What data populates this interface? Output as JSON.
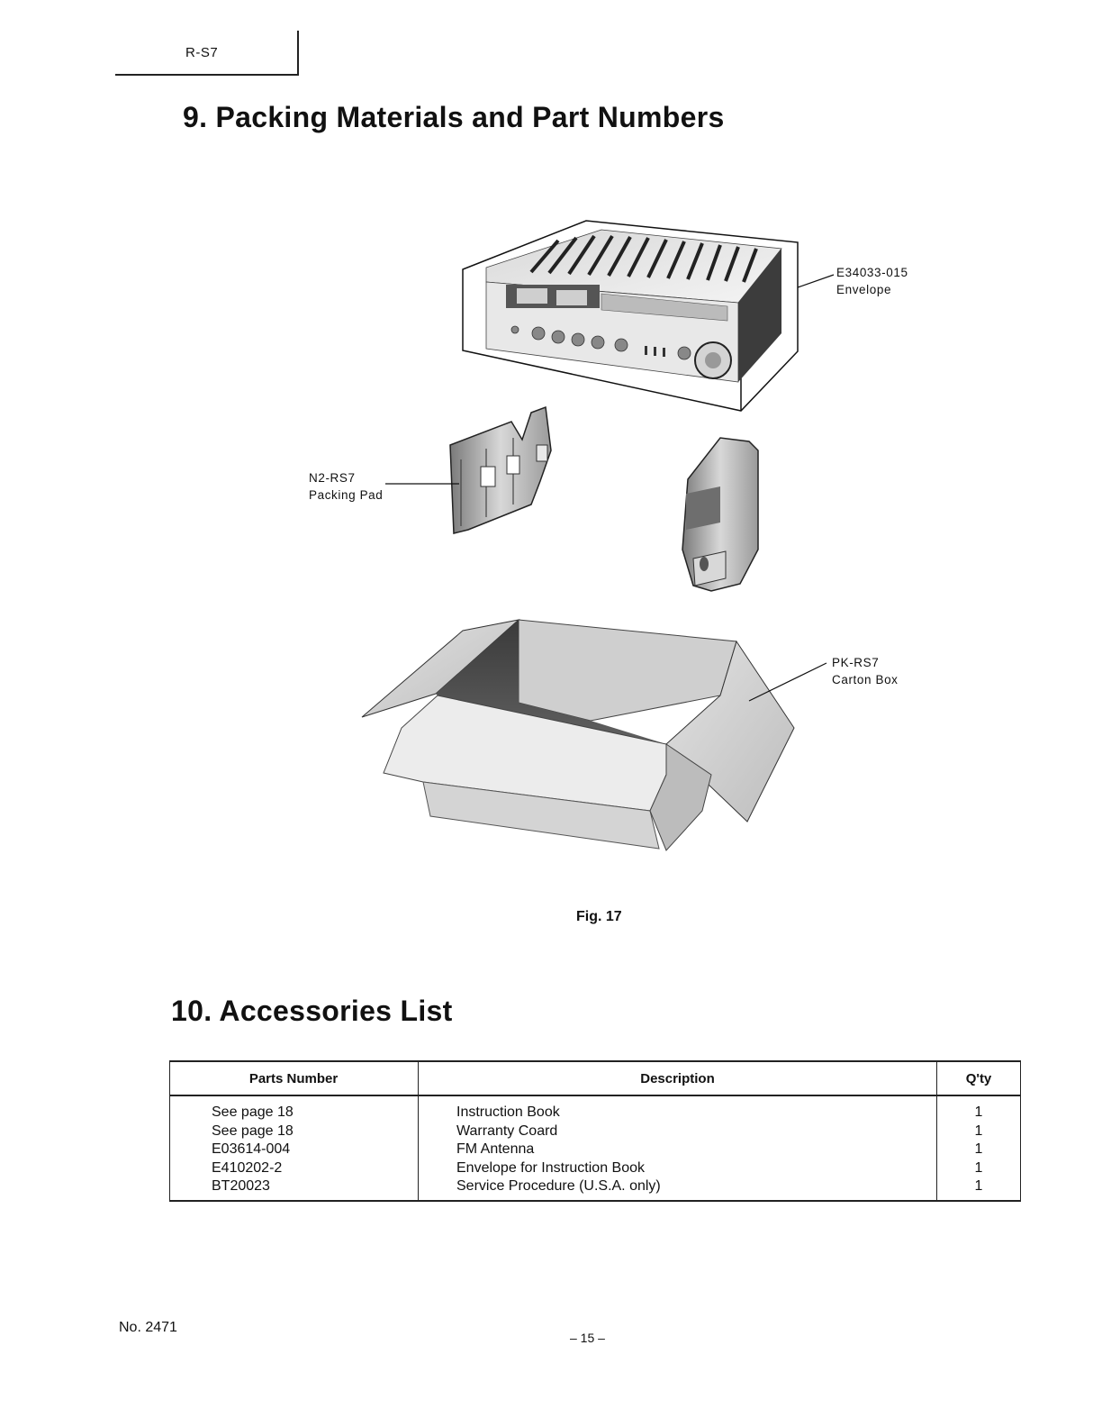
{
  "header": {
    "model": "R-S7"
  },
  "section9": {
    "number": "9.",
    "title": "Packing Materials and Part Numbers"
  },
  "figure": {
    "caption": "Fig. 17",
    "callouts": {
      "envelope": {
        "part": "E34033-015",
        "name": "Envelope"
      },
      "packing_pad": {
        "part": "N2-RS7",
        "name": "Packing Pad"
      },
      "carton_box": {
        "part": "PK-RS7",
        "name": "Carton Box"
      }
    }
  },
  "section10": {
    "number": "10.",
    "title": "Accessories List"
  },
  "accessories_table": {
    "headers": {
      "parts_number": "Parts Number",
      "description": "Description",
      "qty": "Q'ty"
    },
    "rows": [
      {
        "parts_number": "See page 18",
        "description": "Instruction Book",
        "qty": "1"
      },
      {
        "parts_number": "See page 18",
        "description": "Warranty Coard",
        "qty": "1"
      },
      {
        "parts_number": "E03614-004",
        "description": "FM Antenna",
        "qty": "1"
      },
      {
        "parts_number": "E410202-2",
        "description": "Envelope for Instruction Book",
        "qty": "1"
      },
      {
        "parts_number": "BT20023",
        "description": "Service Procedure (U.S.A. only)",
        "qty": "1"
      }
    ]
  },
  "footer": {
    "doc_number": "No. 2471",
    "page": "– 15 –"
  }
}
